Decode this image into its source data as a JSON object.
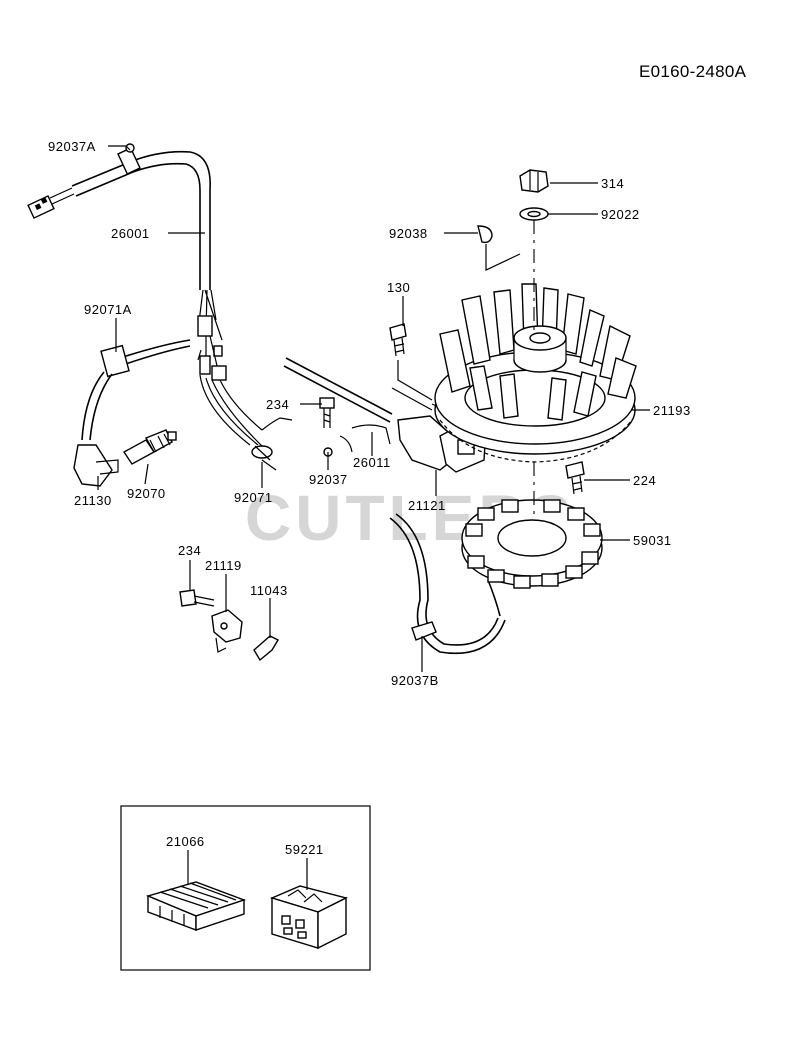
{
  "diagram_code": "E0160-2480A",
  "watermark": "CUTLERS",
  "parts": {
    "p92037A": "92037A",
    "p26001": "26001",
    "p92071A": "92071A",
    "p21130": "21130",
    "p92070": "92070",
    "p92071": "92071",
    "p234a": "234",
    "p92037": "92037",
    "p26011": "26011",
    "p21121": "21121",
    "p130": "130",
    "p92038": "92038",
    "p314": "314",
    "p92022": "92022",
    "p21193": "21193",
    "p224": "224",
    "p59031": "59031",
    "p234b": "234",
    "p21119": "21119",
    "p11043": "11043",
    "p92037B": "92037B",
    "p21066": "21066",
    "p59221": "59221"
  }
}
